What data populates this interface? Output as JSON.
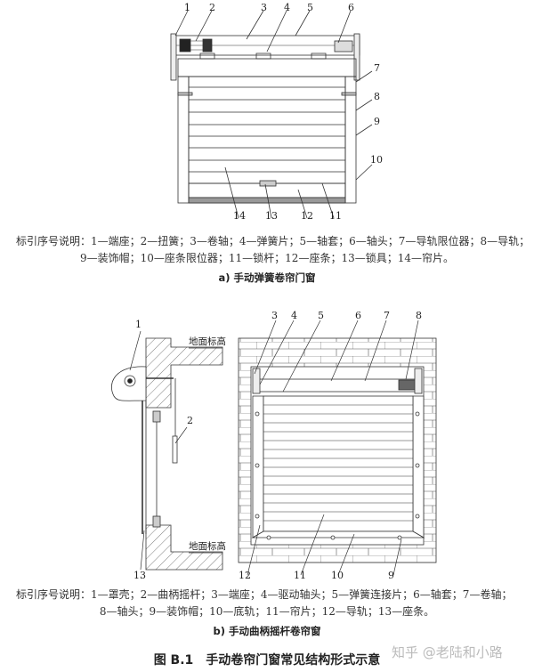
{
  "figure_a": {
    "callouts": [
      "1",
      "2",
      "3",
      "4",
      "5",
      "6",
      "7",
      "8",
      "9",
      "10",
      "11",
      "12",
      "13",
      "14"
    ],
    "legend_line1": "标引序号说明：1—端座；2—扭簧；3—卷轴；4—弹簧片；5—轴套；6—轴头；7—导轨限位器；8—导轨；",
    "legend_line2": "9—装饰帽；10—座条限位器；11—锁杆；12—座条；13—锁具；14—帘片。",
    "caption": "a) 手动弹簧卷帘门窗"
  },
  "figure_b": {
    "callouts": [
      "1",
      "2",
      "3",
      "4",
      "5",
      "6",
      "7",
      "8",
      "9",
      "10",
      "11",
      "12",
      "13"
    ],
    "ground_label_top": "地面标高",
    "ground_label_bottom": "地面标高",
    "legend_line1": "标引序号说明：1—罩壳；2—曲柄摇杆；3—端座；4—驱动轴头；5—弹簧连接片；6—轴套；7—卷轴；",
    "legend_line2": "8—轴头；9—装饰帽；10—底轨；11—帘片；12—导轨；13—座条。",
    "caption": "b) 手动曲柄摇杆卷帘窗"
  },
  "figure_title": "图 B.1　手动卷帘门窗常见结构形式示意",
  "watermark": "知乎 @老陆和小路"
}
